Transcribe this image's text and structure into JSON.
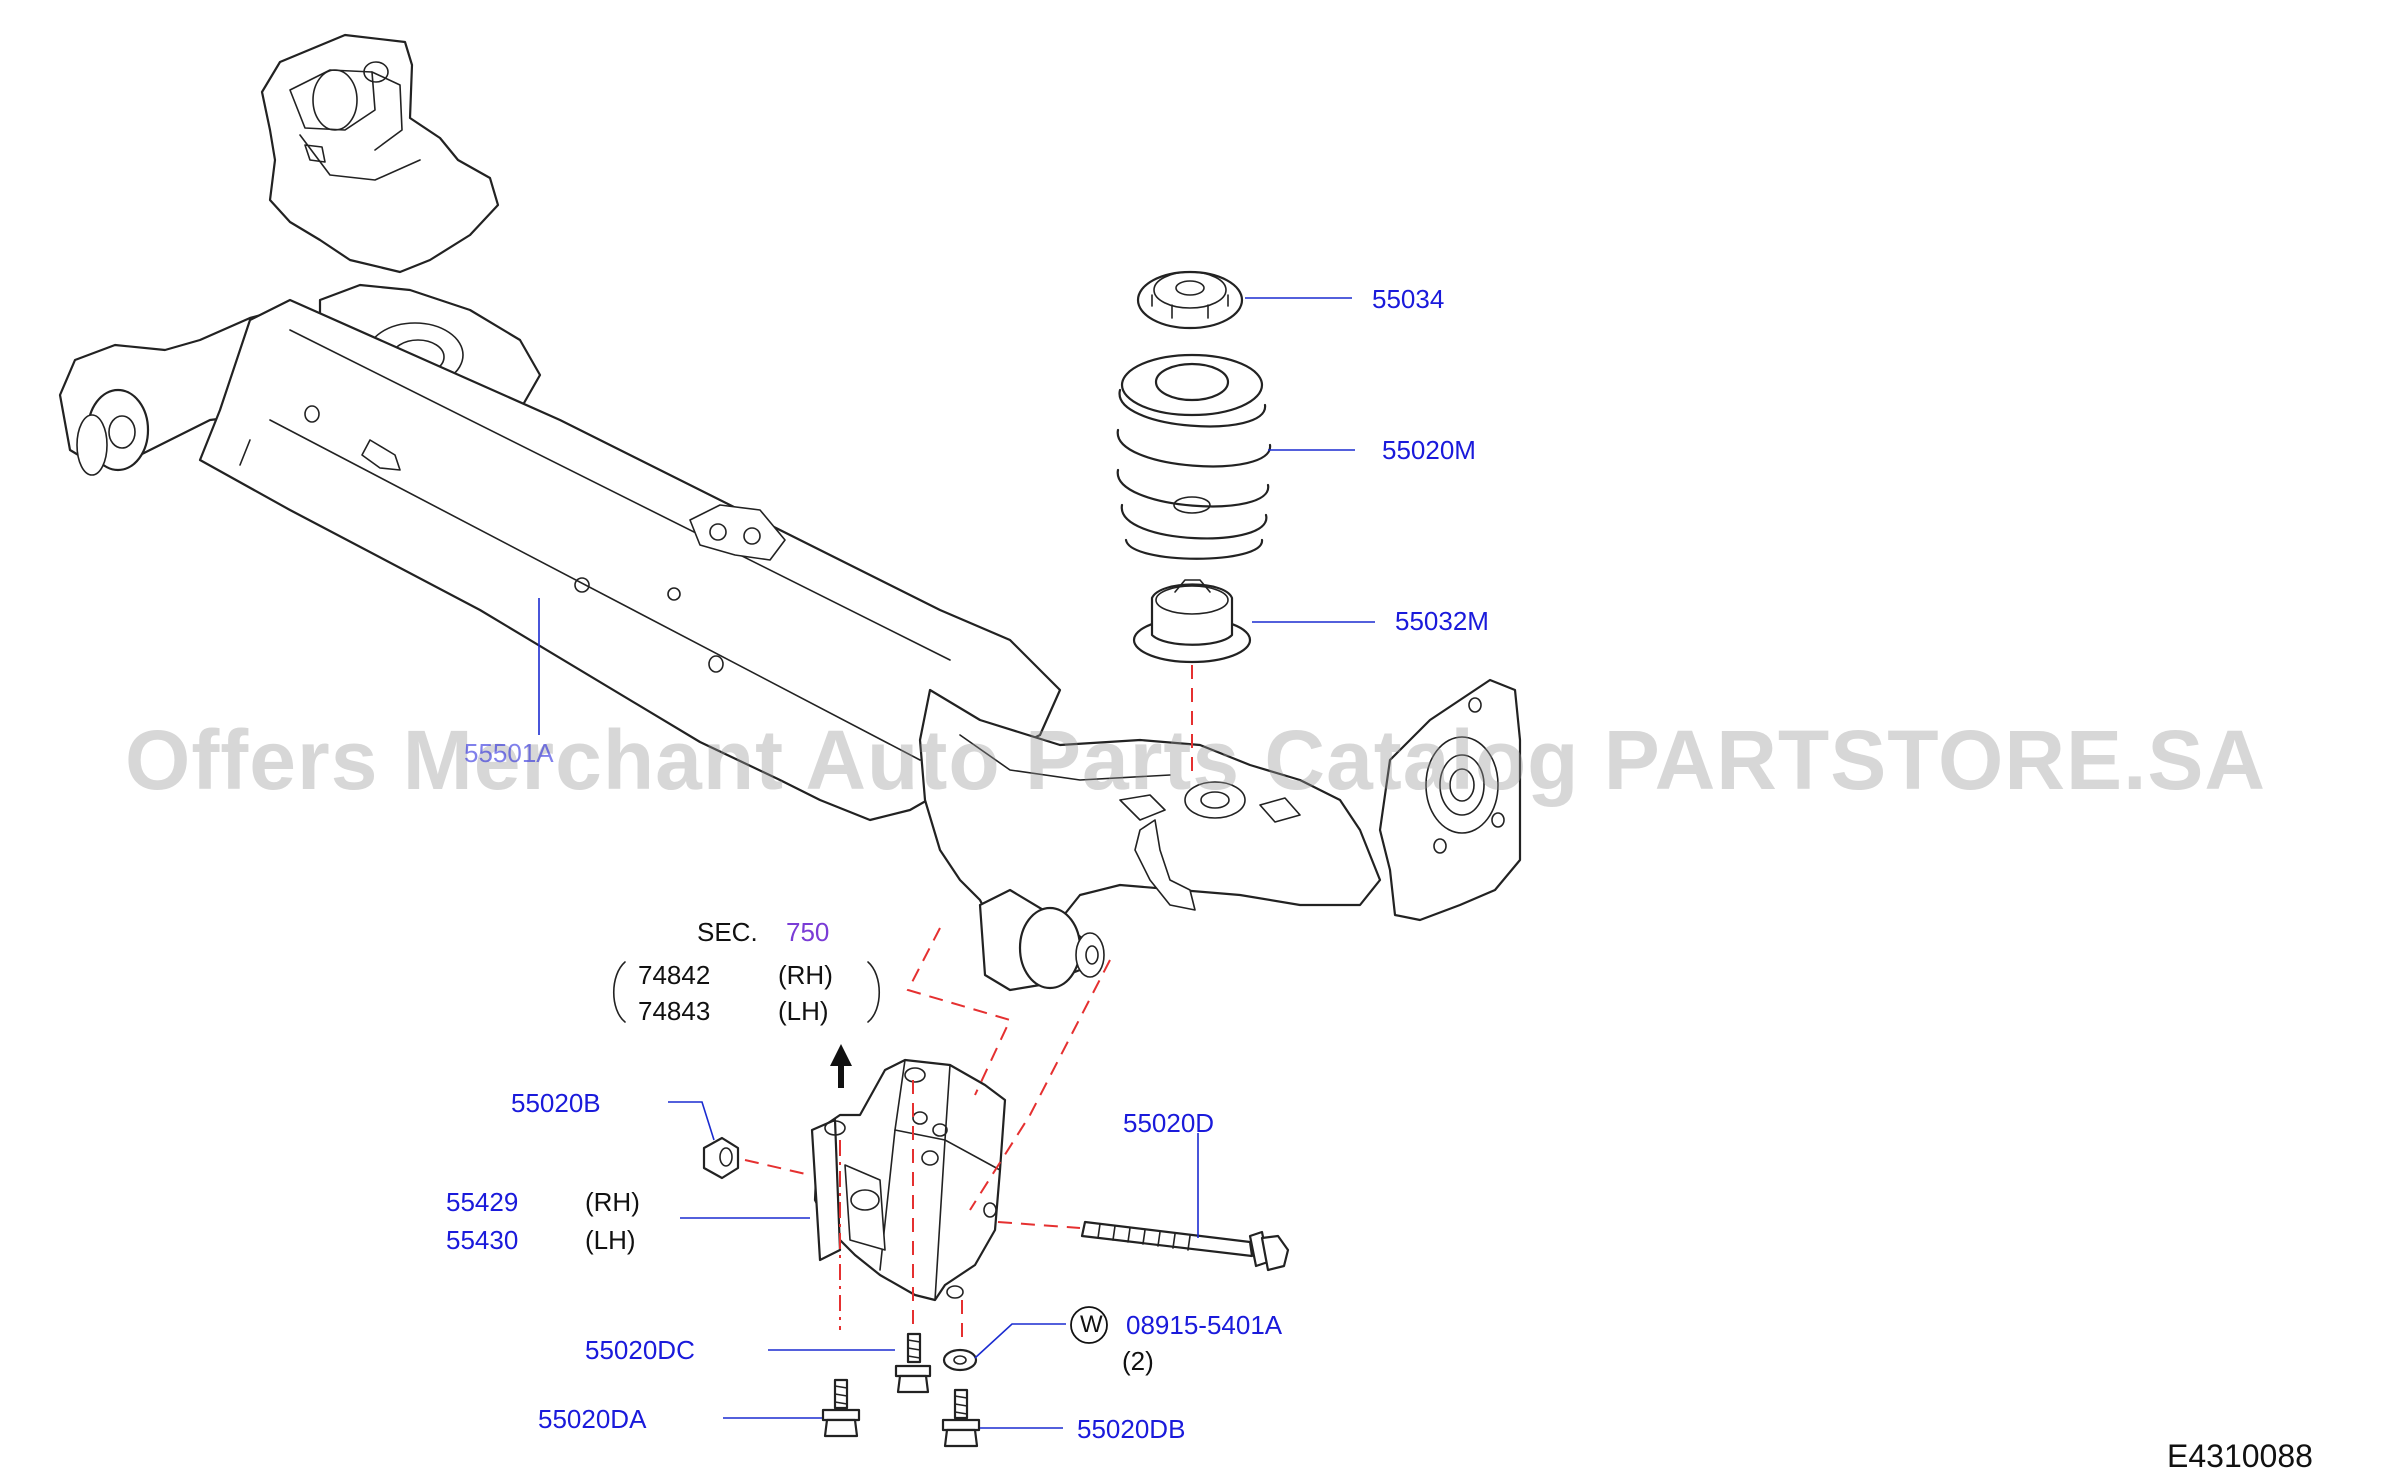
{
  "watermark": "Offers Merchant Auto Parts Catalog PARTSTORE.SA",
  "figure_ref": "E4310088",
  "section": {
    "prefix": "SEC.",
    "number": "750",
    "lines": [
      {
        "part": "74842",
        "side": "(RH)"
      },
      {
        "part": "74843",
        "side": "(LH)"
      }
    ]
  },
  "callouts": {
    "p55034": "55034",
    "p55020M": "55020M",
    "p55032M": "55032M",
    "p55501A": "55501A",
    "p55020B": "55020B",
    "p55020D": "55020D",
    "p55429": "55429",
    "p55429_side": "(RH)",
    "p55430": "55430",
    "p55430_side": "(LH)",
    "p55020DC": "55020DC",
    "p55020DA": "55020DA",
    "p55020DB": "55020DB",
    "washer_marker": "W",
    "washer_part": "08915-5401A",
    "washer_qty": "(2)"
  },
  "colors": {
    "callout_blue": "#1a1adb",
    "dashed_red": "#e53030",
    "section_purple": "#7a3cd6"
  },
  "icons": [
    "up-arrow-icon",
    "washer-marker-icon"
  ]
}
